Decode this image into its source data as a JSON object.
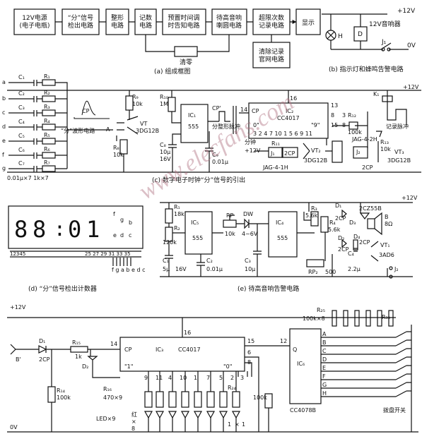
{
  "block_diagram": {
    "blocks": [
      "12V电源\n(电子电瓶)",
      "“分”信号\n检出电路",
      "整形\n电路",
      "记数\n电路",
      "预置时间调\n时告知电路",
      "待高音响\n喇圆电路",
      "超限次数\n记录电路",
      "显示",
      "清除记录\n官网电路"
    ],
    "reset_label": "清零",
    "caption": "(a)  组成框图"
  },
  "indicator_circuit": {
    "supply": "+12V",
    "lamp_label": "H",
    "relay_label": "D",
    "relay_text": "12V音响器",
    "switch_label": "J₁",
    "ground": "0V",
    "caption": "(b)  指示灯和蜂鸣告警电路"
  },
  "pickup_circuit": {
    "inputs": [
      "a",
      "b",
      "c",
      "d",
      "e",
      "f",
      "g"
    ],
    "caps": [
      "C₁",
      "C₂",
      "C₃",
      "C₄",
      "C₅",
      "C₆",
      "C₇"
    ],
    "resistors": [
      "R₁",
      "R₂",
      "R₃",
      "R₄",
      "R₅",
      "R₆",
      "R₇"
    ],
    "network_value": "0.01μ×7  1k×7",
    "cp_label": "CP",
    "signal_label": "“分”波形电路",
    "point_a": "A",
    "r8": [
      "R₈",
      "10k"
    ],
    "r9": [
      "R₉",
      "10k"
    ],
    "r10": [
      "R₁₀",
      "1M"
    ],
    "vt": "VT",
    "vt_part": "3DG12B",
    "ic1": [
      "IC₁",
      "555"
    ],
    "c8": [
      "C₈",
      "10μ",
      "16V"
    ],
    "c9": [
      "C₉",
      "0.01μ"
    ],
    "pulse_label": "分整形脉冲",
    "cp_prime": "CP'",
    "ic2": [
      "IC₂",
      "CC4017",
      "CP"
    ],
    "quote_0": "0\"",
    "quote_9": "\"9\"",
    "pins": "3 2 4 7 10 1 5 6 9 11",
    "pin_numbers": [
      "16",
      "13",
      "14",
      "8",
      "15",
      "3",
      "8"
    ],
    "min_label": "分钟",
    "v12": "+12V",
    "r11": "R₁₁",
    "relay1": [
      "J₁",
      "2CP"
    ],
    "vt2": [
      "VT₂",
      "3DG12B"
    ],
    "relay_part1": "JAG-4-1H",
    "k1": "K₁",
    "r12": [
      "R₁₂",
      "100k"
    ],
    "record_label": "记录脉冲",
    "relay_part2": "JAG-4-2H",
    "j2": "J₂",
    "r13": [
      "R₁₃",
      "10k"
    ],
    "vt3": [
      "VT₃",
      "3DG12B"
    ],
    "d2": "2CP",
    "supply": "+12V",
    "caption": "(c)  数字电子时钟“分”信号的引出"
  },
  "counter_display": {
    "digits": [
      "8",
      "8",
      ":",
      "0",
      "1"
    ],
    "segments": [
      "f",
      "g",
      "b",
      "e",
      "d",
      "c"
    ],
    "pins_left": "12345",
    "pins_right": "25 27 29 31 33 35",
    "bottom_label": "f g a b e d c",
    "caption": "(d)  “分”信号检出计数器"
  },
  "alarm_circuit": {
    "supply": "+12V",
    "r1": [
      "R₁",
      "18k"
    ],
    "r2": [
      "R₂",
      "120k"
    ],
    "c1": [
      "C₁",
      "5μ",
      "16V"
    ],
    "ic5": [
      "IC₅",
      "555"
    ],
    "c2": [
      "C₂",
      "0.01μ"
    ],
    "rp": [
      "RP",
      "10k"
    ],
    "dw": [
      "DW",
      "4~6V"
    ],
    "c3": [
      "C₃",
      "10μ"
    ],
    "ic4": [
      "IC₄",
      "555"
    ],
    "r3": [
      "R₃",
      "5.6k"
    ],
    "r4": [
      "R₄",
      "5.6k"
    ],
    "rp2": [
      "RP₂",
      "500"
    ],
    "d1": [
      "D₁",
      "2CP"
    ],
    "d2": [
      "D₂",
      "2CP"
    ],
    "d3": [
      "D₃",
      "2CZ55B"
    ],
    "d4": [
      "D₄",
      "2CP"
    ],
    "speaker": [
      "B",
      "8Ω"
    ],
    "c4": [
      "C₄",
      "2.2μ"
    ],
    "vt1": [
      "VT₁",
      "3AD6"
    ],
    "j2": "J₂",
    "caption": "(e)  待高音响告警电路"
  },
  "bottom_circuit": {
    "supply": "+12V",
    "ground": "0V",
    "input": "B'",
    "d1": [
      "D₁",
      "2CP"
    ],
    "r15": [
      "R₁₅",
      "1k"
    ],
    "d2": "D₂",
    "r14": [
      "R₁₄",
      "100k"
    ],
    "r16": [
      "R₁₆",
      "470×9"
    ],
    "ic3": [
      "IC₃",
      "CC4017",
      "CP"
    ],
    "quotes": [
      "\"1\"",
      "\"0\""
    ],
    "pin_numbers": [
      "16",
      "14",
      "15",
      "6",
      "8",
      "12"
    ],
    "pins_bottom": [
      "9",
      "11",
      "4",
      "10",
      "1",
      "7",
      "5",
      "2",
      "3"
    ],
    "r24": "R₂₄",
    "led": "LED×9",
    "led_colors": [
      "红",
      "×",
      "8"
    ],
    "led_one": [
      "1",
      "×",
      "1"
    ],
    "r100k": "100k",
    "q_label": "Q",
    "r25": [
      "R₂₅",
      "100k×8"
    ],
    "r33": "R₃₃",
    "ic6": [
      "IC₆",
      "CC4078B"
    ],
    "inputs": [
      "A",
      "B",
      "C",
      "D",
      "E",
      "F",
      "G",
      "H"
    ],
    "switch_label": "拨盘开关"
  },
  "watermark": "www.elecfans.com"
}
